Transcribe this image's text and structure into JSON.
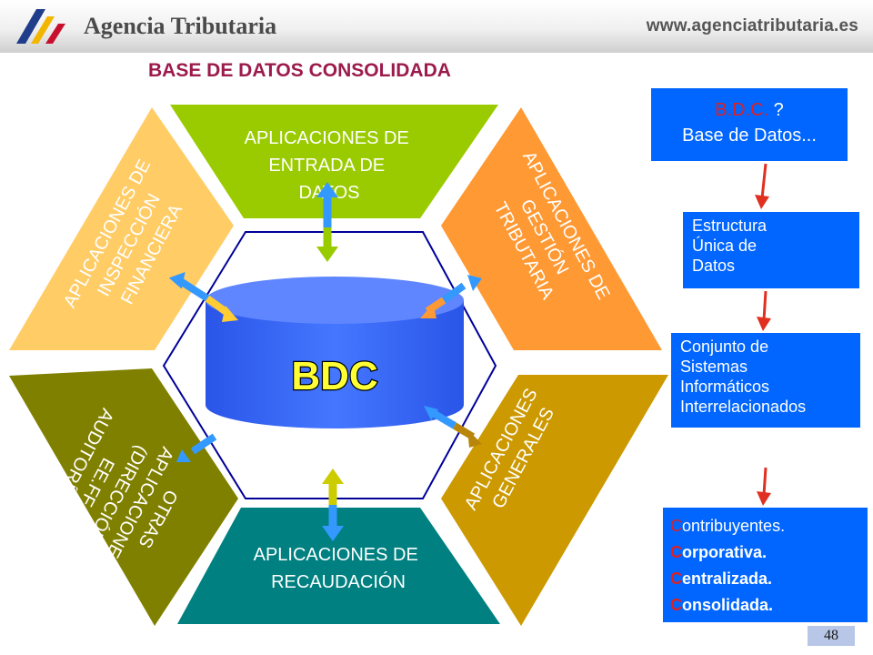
{
  "header": {
    "brand": "Agencia Tributaria",
    "website": "www.agenciatributaria.es"
  },
  "title": "BASE DE DATOS CONSOLIDADA",
  "diagram": {
    "center_label": "BDC",
    "segments": {
      "top": [
        "APLICACIONES DE",
        "ENTRADA DE",
        "DATOS"
      ],
      "top_left": [
        "APLICACIONES DE",
        "INSPECCIÓN",
        "FINANCIERA"
      ],
      "top_right": [
        "APLICACIONES DE",
        "GESTIÓN",
        "TRIBUTARIA"
      ],
      "bottom_left": [
        "OTRAS",
        "APLICACIONES",
        "(DIRECCIÓN,",
        "EE.FF.,",
        "AUDITORÍA,ETC.)"
      ],
      "bottom_right": [
        "APLICACIONES",
        "GENERALES"
      ],
      "bottom": [
        "APLICACIONES DE",
        "RECAUDACIÓN"
      ]
    },
    "colors": {
      "top": "#9acb00",
      "top_left": "#ffcc66",
      "top_right": "#ff9933",
      "bottom_left": "#808000",
      "bottom_right": "#cc9900",
      "bottom": "#008080",
      "cylinder": "#3366ff",
      "hexagon": "#000099",
      "arrow_blue": "#3399ff",
      "arrow_yellow": "#cccc00"
    }
  },
  "side_panels": {
    "question": {
      "prefix": "B.D.C.",
      "mark": " ?",
      "line2": "Base de Datos...",
      "color": "#0066ff"
    },
    "box1": [
      "Estructura",
      "Única de",
      "Datos"
    ],
    "box2": [
      "Conjunto de",
      "Sistemas",
      "Informáticos",
      "Interrelacionados"
    ],
    "box3": [
      {
        "initial": "C",
        "rest": "ontribuyentes."
      },
      {
        "initial": "C",
        "rest": "orporativa."
      },
      {
        "initial": "C",
        "rest": "entralizada."
      },
      {
        "initial": "C",
        "rest": "onsolidada."
      }
    ],
    "box_color": "#0066ff",
    "connector_color": "#e03020"
  },
  "page_number": "48"
}
